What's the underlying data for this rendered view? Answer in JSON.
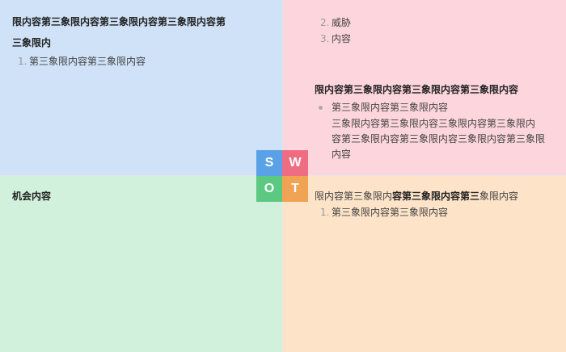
{
  "strengths": {
    "heading_line1": "限内容第三象限内容第三象限内容第三象限内容第",
    "heading_line2": "三象限内",
    "items": [
      {
        "num": "1.",
        "text": "第三象限内容第三象限内容"
      }
    ]
  },
  "weaknesses": {
    "items_top": [
      {
        "num": "2.",
        "text": "威胁"
      },
      {
        "num": "3.",
        "text": "内容"
      }
    ],
    "heading": "限内容第三象限内容第三象限内容第三象限内容",
    "bullet_lines": [
      "第三象限内容第三象限内容",
      "三象限内容第三象限内容三象限内容第三象限内",
      "容第三象限内容第三象限内容三象限内容第三象限",
      "内容"
    ]
  },
  "opportunities": {
    "heading": "机会内容"
  },
  "threats": {
    "line_normal_1": "限内容第三象限内",
    "line_bold": "容第三象限内容第三",
    "line_normal_2": "象限内容",
    "items": [
      {
        "num": "1.",
        "text": "第三象限内容第三象限内容"
      }
    ]
  },
  "swot_letters": {
    "s": "S",
    "w": "W",
    "o": "O",
    "t": "T"
  },
  "colors": {
    "strengths_bg": "#cfe2f7",
    "weaknesses_bg": "#fdd6dd",
    "opportunities_bg": "#d1f1dc",
    "threats_bg": "#fde3c8",
    "tile_s": "#5aa1e8",
    "tile_w": "#ef6d82",
    "tile_o": "#5cc983",
    "tile_t": "#f0a353"
  }
}
